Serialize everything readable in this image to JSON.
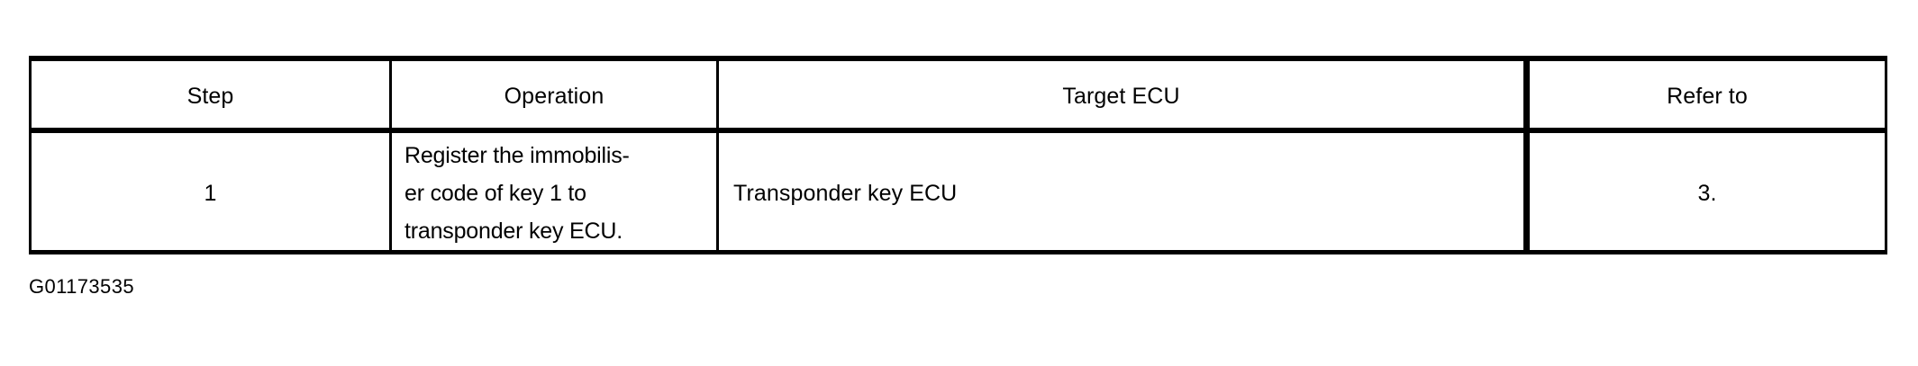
{
  "document": {
    "figure_code": "G01173535"
  },
  "table": {
    "headers": [
      {
        "key": "step",
        "label": "Step"
      },
      {
        "key": "operation",
        "label": "Operation"
      },
      {
        "key": "target_ecu",
        "label": "Target ECU"
      },
      {
        "key": "refer_to",
        "label": "Refer to"
      }
    ],
    "rows": [
      {
        "step": "1",
        "operation_lines": [
          "Register the immobilis-",
          "er code of key 1 to",
          "transponder key ECU."
        ],
        "operation_text": "Register the immobiliser code of key 1 to transponder key ECU.",
        "target_ecu": "Transponder key ECU",
        "refer_to": "3."
      }
    ]
  },
  "style": {
    "ink": "#000000",
    "paper": "#ffffff"
  }
}
